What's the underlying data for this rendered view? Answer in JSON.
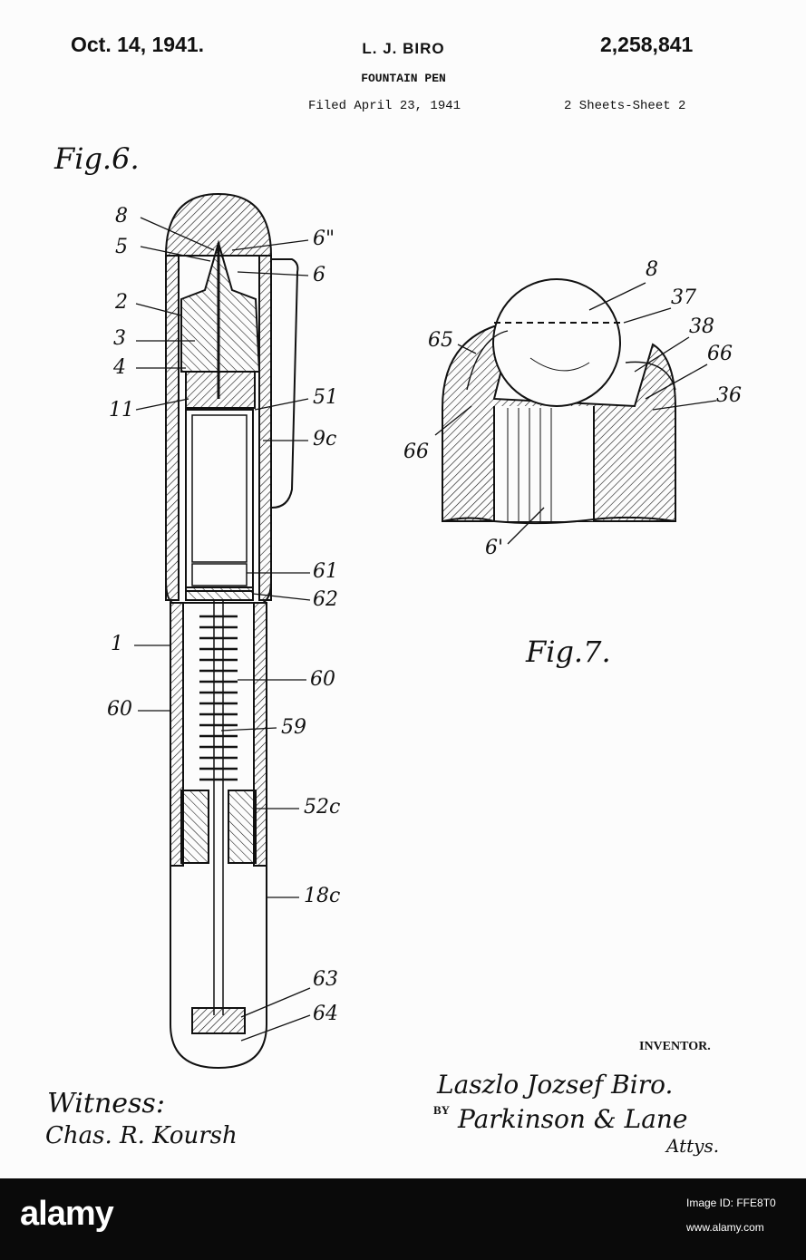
{
  "header": {
    "date": "Oct. 14, 1941.",
    "inventor": "L. J. BIRO",
    "patent_number": "2,258,841",
    "title": "FOUNTAIN PEN",
    "filed": "Filed April 23, 1941",
    "sheets": "2 Sheets-Sheet 2"
  },
  "figures": {
    "fig6": "Fig.6.",
    "fig7": "Fig.7."
  },
  "fig6_labels": [
    "8",
    "5",
    "2",
    "3",
    "4",
    "11",
    "1",
    "60",
    "6\"",
    "6",
    "51",
    "9c",
    "61",
    "62",
    "60",
    "59",
    "52c",
    "18c",
    "63",
    "64"
  ],
  "fig7_labels": [
    "8",
    "37",
    "65",
    "38",
    "66",
    "36",
    "66",
    "6'"
  ],
  "signatures": {
    "witness_label": "Witness:",
    "witness_signature": "Chas. R. Koursh",
    "inventor_label": "INVENTOR.",
    "inventor_signature": "Laszlo Jozsef Biro.",
    "by_label": "BY",
    "attorneys": "Parkinson & Lane",
    "attys_abbrev": "Attys."
  },
  "footer": {
    "logo": "alamy",
    "image_id": "Image ID: FFE8T0",
    "site": "www.alamy.com"
  },
  "colors": {
    "ink": "#111111",
    "paper": "#fcfcfc",
    "footer": "#0a0a0a"
  }
}
